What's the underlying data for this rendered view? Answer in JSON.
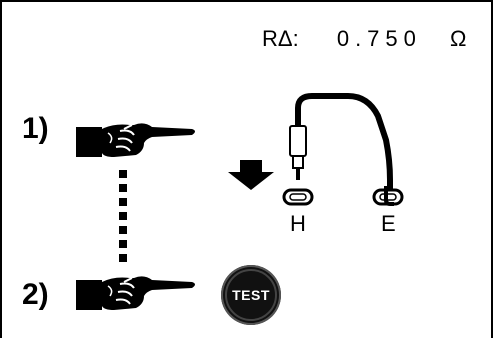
{
  "readout": {
    "symbol": "RΔ:",
    "value": "0.750",
    "unit": "Ω"
  },
  "steps": {
    "step1": "1)",
    "step2": "2)"
  },
  "terminals": {
    "h_label": "H",
    "e_label": "E"
  },
  "test_button": {
    "label": "TEST"
  },
  "icons": {
    "hand": "pointing-hand-icon",
    "arrow": "down-arrow-icon",
    "cable": "test-lead-cable-icon"
  }
}
